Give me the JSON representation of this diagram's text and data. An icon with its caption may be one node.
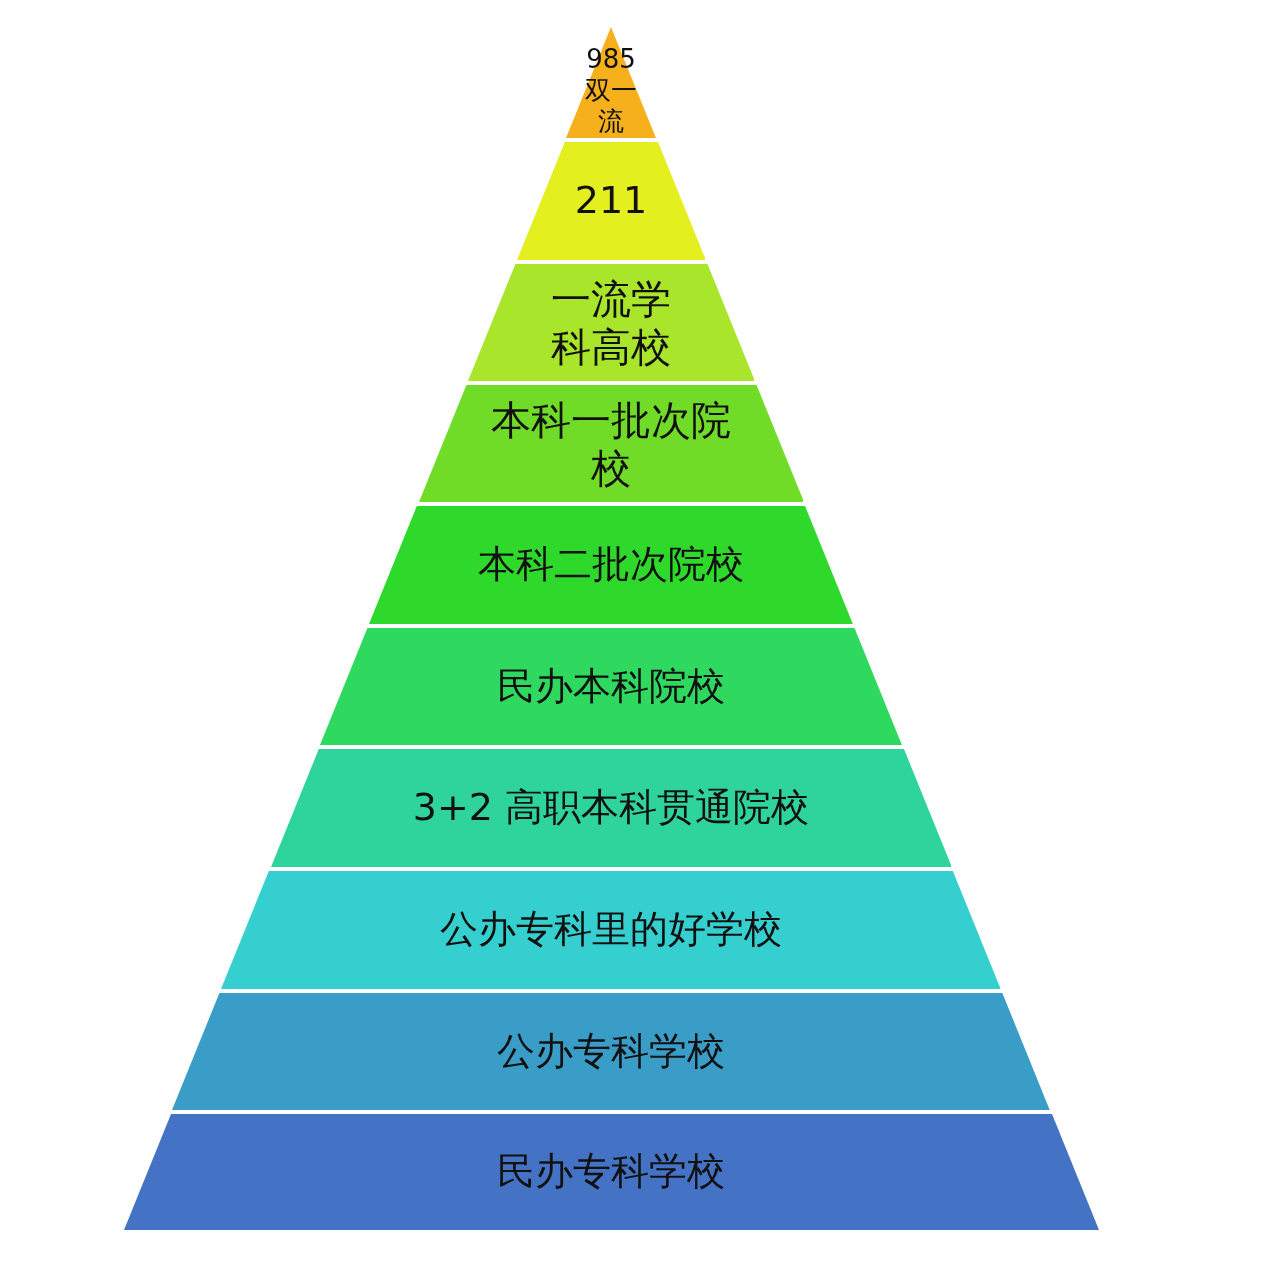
{
  "diagram": {
    "nodes": [
      {
        "text": [
          "985双一流"
        ]
      },
      {
        "text": [
          "211"
        ]
      },
      {
        "text": [
          "一流学科高校"
        ]
      },
      {
        "text": [
          "本科一批次院校"
        ]
      },
      {
        "text": [
          "本科二批次院校"
        ]
      },
      {
        "text": [
          "民办本科院校"
        ]
      },
      {
        "text": [
          "3+2 高职本科贯通院校"
        ]
      },
      {
        "text": [
          "公办专科里的好学校"
        ]
      },
      {
        "text": [
          "公办专科学校"
        ]
      },
      {
        "text": [
          "民办专科学校"
        ]
      }
    ]
  }
}
